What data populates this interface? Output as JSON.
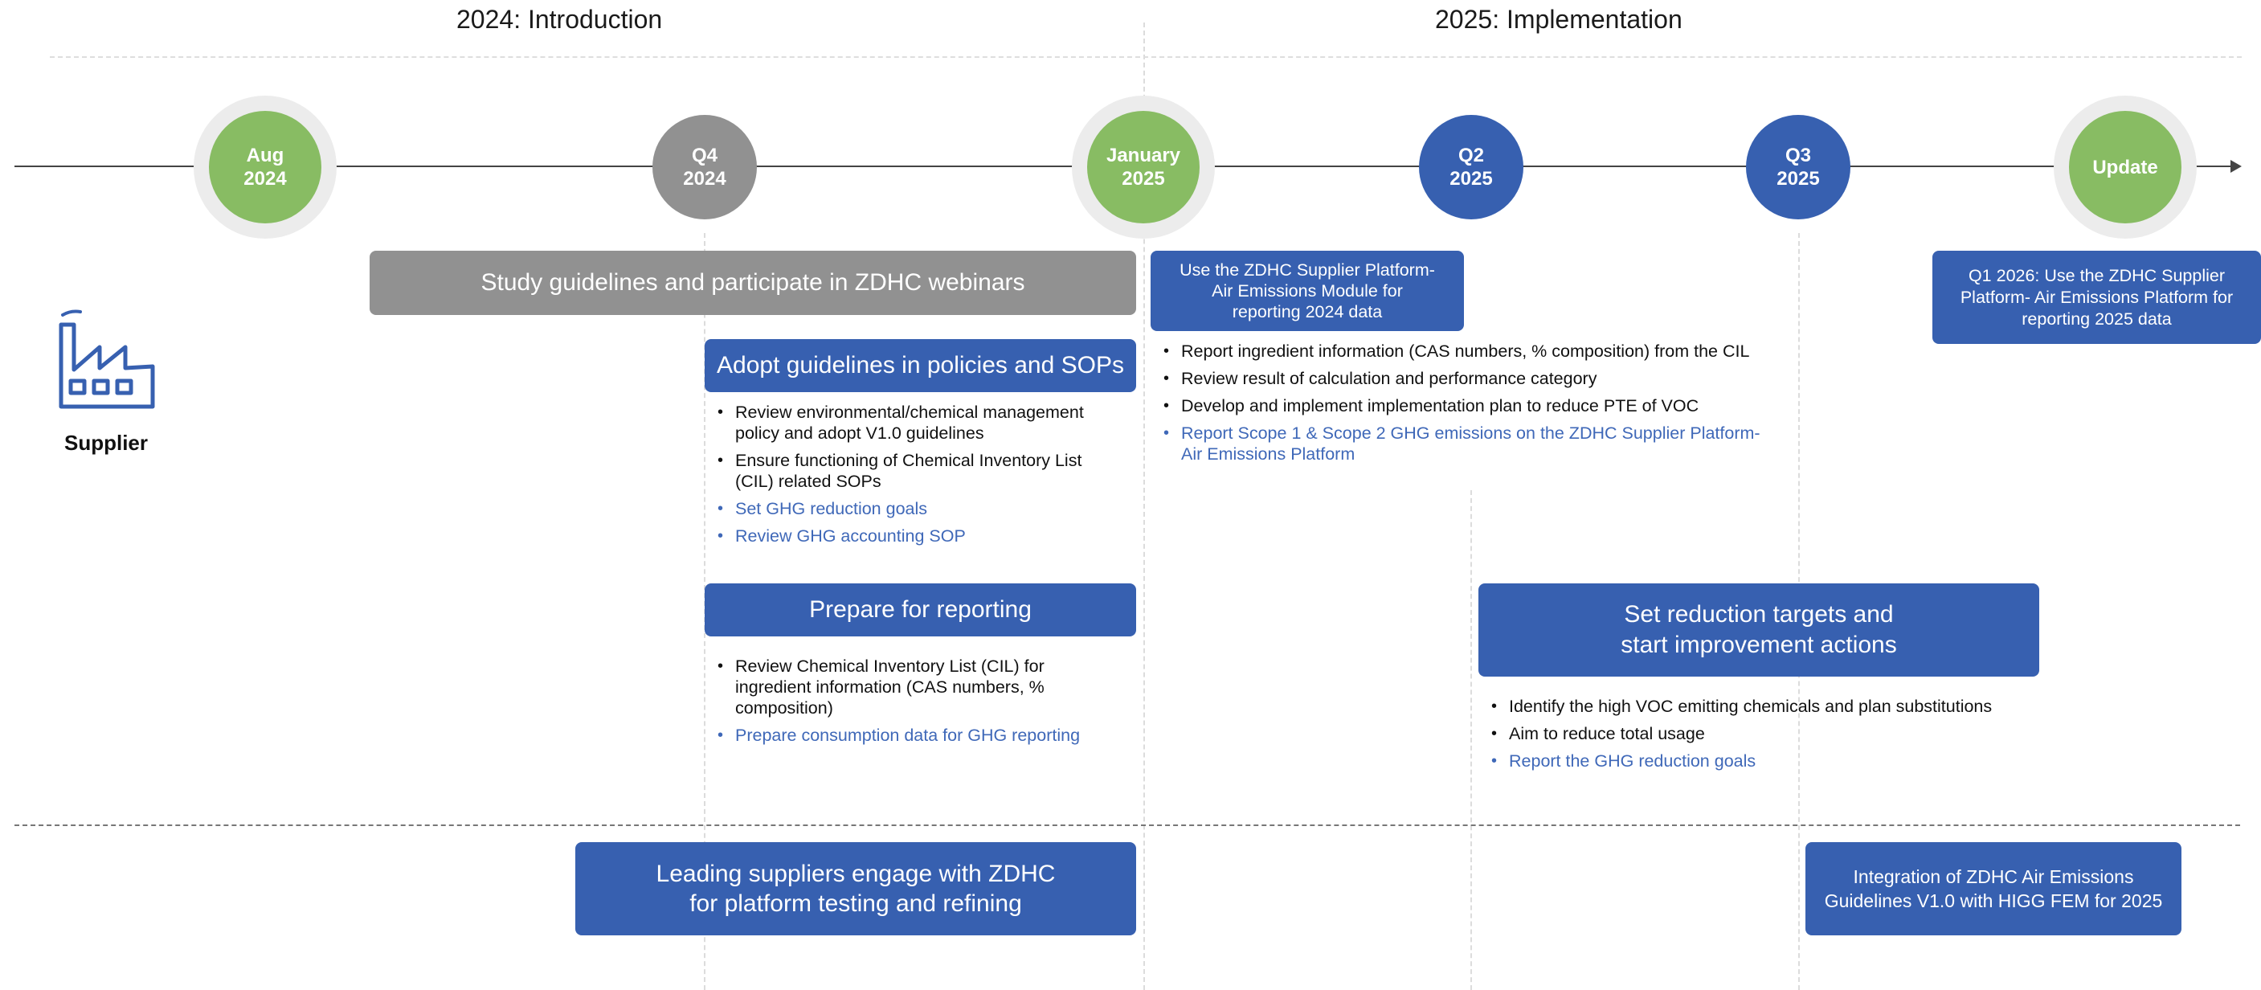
{
  "headers": {
    "introduction": "2024: Introduction",
    "implementation": "2025:  Implementation"
  },
  "milestones": [
    {
      "line1": "Aug",
      "line2": "2024",
      "color": "#88bc63",
      "ring": true
    },
    {
      "line1": "Q4",
      "line2": "2024",
      "color": "#919191",
      "ring": false
    },
    {
      "line1": "January",
      "line2": "2025",
      "color": "#88bc63",
      "ring": true
    },
    {
      "line1": "Q2",
      "line2": "2025",
      "color": "#3760b0",
      "ring": false
    },
    {
      "line1": "Q3",
      "line2": "2025",
      "color": "#3760b0",
      "ring": false
    },
    {
      "line1": "Update",
      "line2": "",
      "color": "#88bc63",
      "ring": true
    }
  ],
  "supplier": {
    "label": "Supplier",
    "icon": "factory-icon"
  },
  "boxes": {
    "study": "Study guidelines and participate in ZDHC webinars",
    "adopt": "Adopt guidelines in policies and SOPs",
    "prepare": "Prepare for reporting",
    "use_platform": [
      "Use the ZDHC Supplier Platform-",
      "Air Emissions Module for",
      "reporting 2024 data"
    ],
    "q1_2026": [
      "Q1 2026: Use the ZDHC Supplier",
      "Platform- Air Emissions Platform for",
      "reporting 2025 data"
    ],
    "targets": [
      "Set reduction targets and",
      "start improvement actions"
    ],
    "leading": [
      "Leading suppliers engage with ZDHC",
      "for platform testing and refining"
    ],
    "integration": [
      "Integration of ZDHC Air Emissions",
      "Guidelines V1.0 with HIGG FEM for 2025"
    ]
  },
  "lists": {
    "adopt": [
      {
        "text": "Review environmental/chemical management policy and adopt V1.0 guidelines",
        "highlight": false
      },
      {
        "text": "Ensure functioning of Chemical Inventory List (CIL) related SOPs",
        "highlight": false
      },
      {
        "text": "Set GHG reduction goals",
        "highlight": true
      },
      {
        "text": "Review GHG accounting SOP",
        "highlight": true
      }
    ],
    "prepare": [
      {
        "text": "Review Chemical Inventory List (CIL) for ingredient information (CAS numbers, % composition)",
        "highlight": false
      },
      {
        "text": "Prepare consumption data for GHG reporting",
        "highlight": true
      }
    ],
    "implementation": [
      {
        "text": "Report ingredient information (CAS numbers, % composition) from the CIL",
        "highlight": false
      },
      {
        "text": "Review result of calculation and performance category",
        "highlight": false
      },
      {
        "text": "Develop and implement implementation plan to reduce PTE of VOC",
        "highlight": false
      },
      {
        "text": "Report Scope 1 & Scope 2 GHG emissions on the ZDHC Supplier Platform- Air Emissions Platform",
        "highlight": true
      }
    ],
    "targets": [
      {
        "text": "Identify the high VOC emitting chemicals and plan substitutions",
        "highlight": false
      },
      {
        "text": "Aim to reduce total usage",
        "highlight": false
      },
      {
        "text": "Report the GHG reduction goals",
        "highlight": true
      }
    ]
  },
  "colors": {
    "blue": "#3760b0",
    "green": "#88bc63",
    "gray": "#919191",
    "highlight_text": "#3f68b8"
  }
}
